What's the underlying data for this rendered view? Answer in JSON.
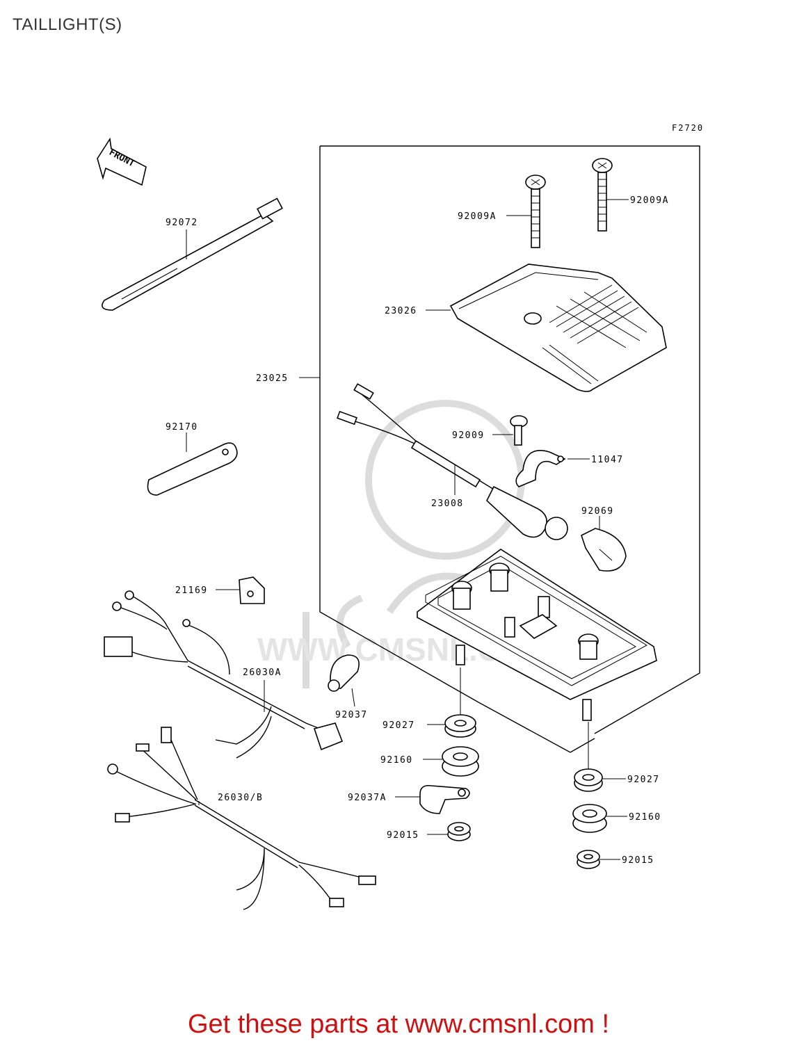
{
  "title": "TAILLIGHT(S)",
  "figure_code": "F2720",
  "front_label": "FRONT",
  "footer": "Get these parts at www.cmsnl.com !",
  "watermark_text": "WWW.CMSNL.COM",
  "parts": {
    "p92072": "92072",
    "p92170": "92170",
    "p23025": "23025",
    "p23026": "23026",
    "p92009A_left": "92009A",
    "p92009A_right": "92009A",
    "p92009": "92009",
    "p11047": "11047",
    "p23008": "23008",
    "p92069": "92069",
    "p21169": "21169",
    "p26030A": "26030A",
    "p92037": "92037",
    "p26030B": "26030/B",
    "p92027_left": "92027",
    "p92160_left": "92160",
    "p92037A": "92037A",
    "p92015_left": "92015",
    "p92027_right": "92027",
    "p92160_right": "92160",
    "p92015_right": "92015"
  },
  "colors": {
    "footer": "#d01010",
    "line": "#000000",
    "watermark": "#d8d8d8"
  }
}
